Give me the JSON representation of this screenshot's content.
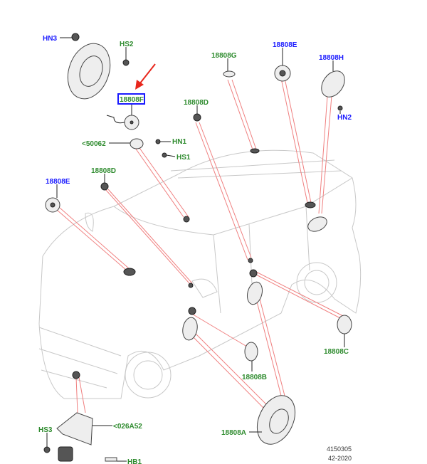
{
  "labels": {
    "hn3": "HN3",
    "hs2": "HS2",
    "p18808f": "18808F",
    "p18808g": "18808G",
    "p18808e_top": "18808E",
    "p18808h": "18808H",
    "hn2": "HN2",
    "p18808d_top": "18808D",
    "p50062": "<50062",
    "hn1": "HN1",
    "hs1": "HS1",
    "p18808d_left": "18808D",
    "p18808e_left": "18808E",
    "p18808c": "18808C",
    "p18808b": "18808B",
    "p18808a": "18808A",
    "hs3": "HS3",
    "p026a52": "<026A52",
    "hb1": "HB1"
  },
  "reference": {
    "number": "4150305",
    "date": "42-2020"
  },
  "colors": {
    "part_label": "#2e8b2e",
    "fixing_label": "#1a1aff",
    "highlight_box": "#1a1aff",
    "arrow": "#e8261c",
    "leader": "#f08080"
  }
}
